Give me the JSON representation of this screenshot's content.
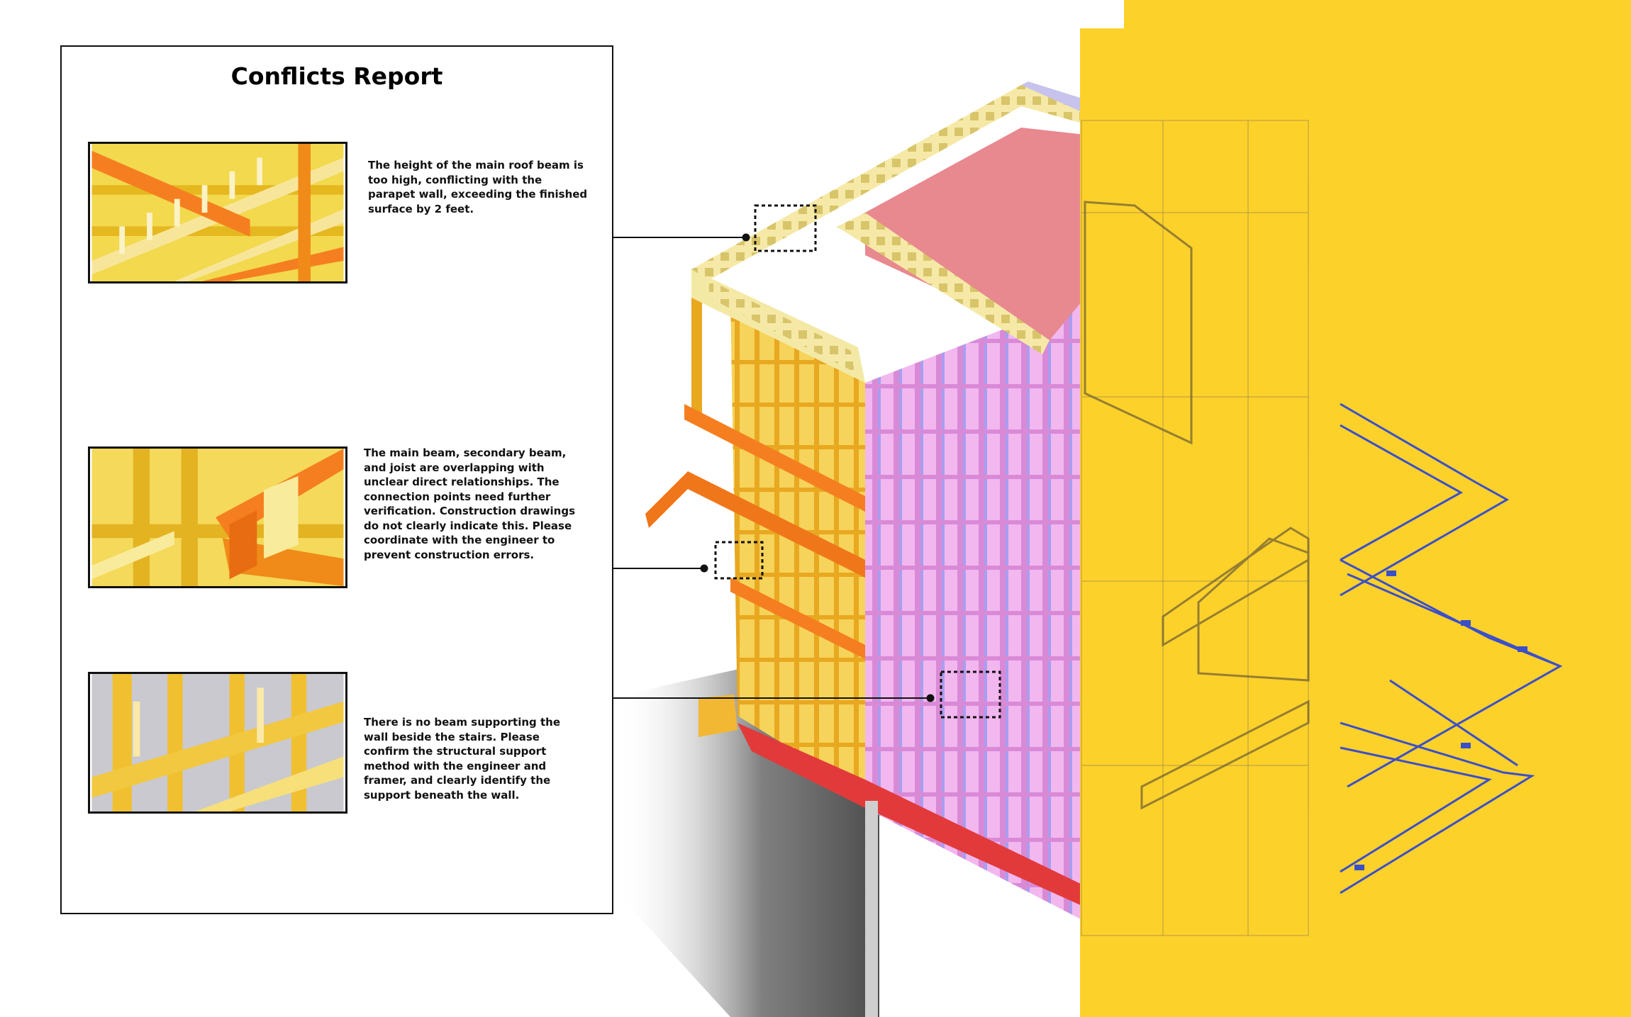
{
  "report": {
    "title": "Conflicts Report",
    "conflicts": [
      {
        "id": 1,
        "text": "The height of the main roof beam is too high, conflicting with the parapet wall, exceeding the finished surface by 2 feet."
      },
      {
        "id": 2,
        "text": "The main beam, secondary beam, and joist are overlapping with unclear direct relationships. The connection points need further verification. Construction drawings do not clearly indicate this. Please coordinate with the engineer to prevent construction errors."
      },
      {
        "id": 3,
        "text": "There is no beam supporting the wall beside the stairs. Please confirm the structural support method with the engineer and framer, and clearly identify the support beneath the wall."
      }
    ]
  },
  "colors": {
    "accent_yellow": "#fcd12a",
    "framing_yellow": "#f0c030",
    "beam_orange": "#f57f20",
    "roof_pink": "#e8888f",
    "wall_pink": "#e9a4e6",
    "drawing_blue": "#3b4fc9",
    "callout_black": "#111111"
  },
  "icons": [
    "callout-dot-icon",
    "dashed-callout-box-icon"
  ]
}
